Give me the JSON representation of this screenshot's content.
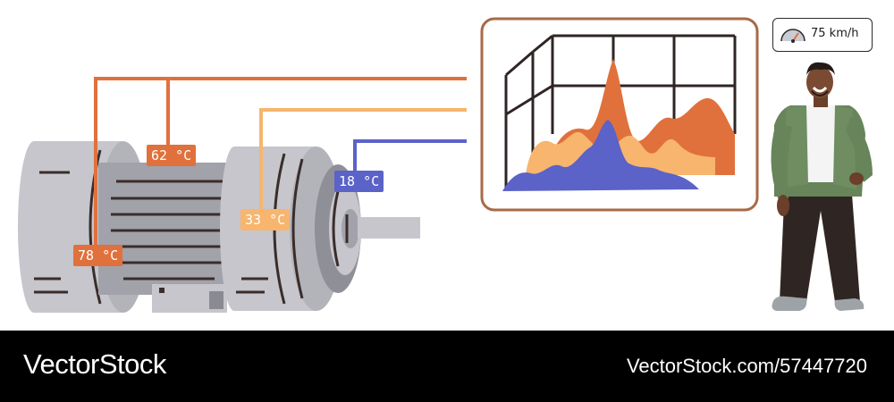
{
  "temperatures": {
    "t62": "62 °C",
    "t78": "78 °C",
    "t33": "33 °C",
    "t18": "18 °C"
  },
  "speed_bubble": {
    "text": "75 km/h",
    "icon": "speedometer-icon"
  },
  "footer": {
    "brand": "VectorStock",
    "url": "VectorStock.com/57447720"
  },
  "colors": {
    "hot": "#e0713c",
    "warm": "#f7b56e",
    "cool": "#5b62c8",
    "motor": "#c6c6cc",
    "chart_frame": "#a86a45",
    "background": "#ffffff",
    "footer": "#000000"
  }
}
